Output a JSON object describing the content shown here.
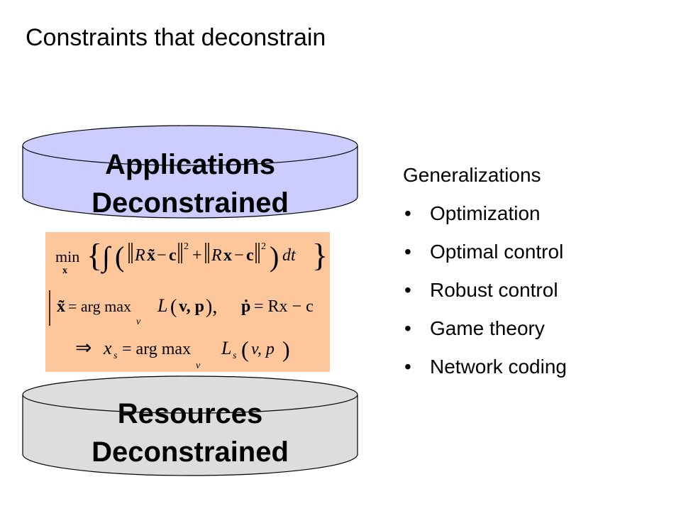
{
  "slide": {
    "title": "Constraints that deconstrain"
  },
  "stack": {
    "top_cylinder": {
      "line1": "Applications",
      "line2": "Deconstrained",
      "color": "#ccccff"
    },
    "bottom_cylinder": {
      "line1": "Resources",
      "line2": "Deconstrained",
      "color": "#dddddd"
    },
    "equation_box": {
      "color": "#fec79b",
      "line1": {
        "op": "min",
        "op_sub": "x",
        "x_tilde": "x̃",
        "dt": "dt",
        "exp": "2"
      },
      "line2": {
        "lhs": "x̃",
        "eq": "= arg max",
        "sub": "v",
        "L": "L",
        "args": "v, p",
        "sep": "),",
        "pdot": "ṗ",
        "rhs": "= Rx − c"
      },
      "line3": {
        "arrow": "⇒",
        "xs": "x",
        "xs_sub": "s",
        "eq": "= arg max",
        "sub": "v",
        "L": "L",
        "L_sub": "s",
        "args": "v, p"
      }
    }
  },
  "generalizations": {
    "heading": "Generalizations",
    "bullet": "•",
    "items": [
      "Optimization",
      "Optimal control",
      "Robust control",
      "Game theory",
      "Network coding"
    ]
  }
}
